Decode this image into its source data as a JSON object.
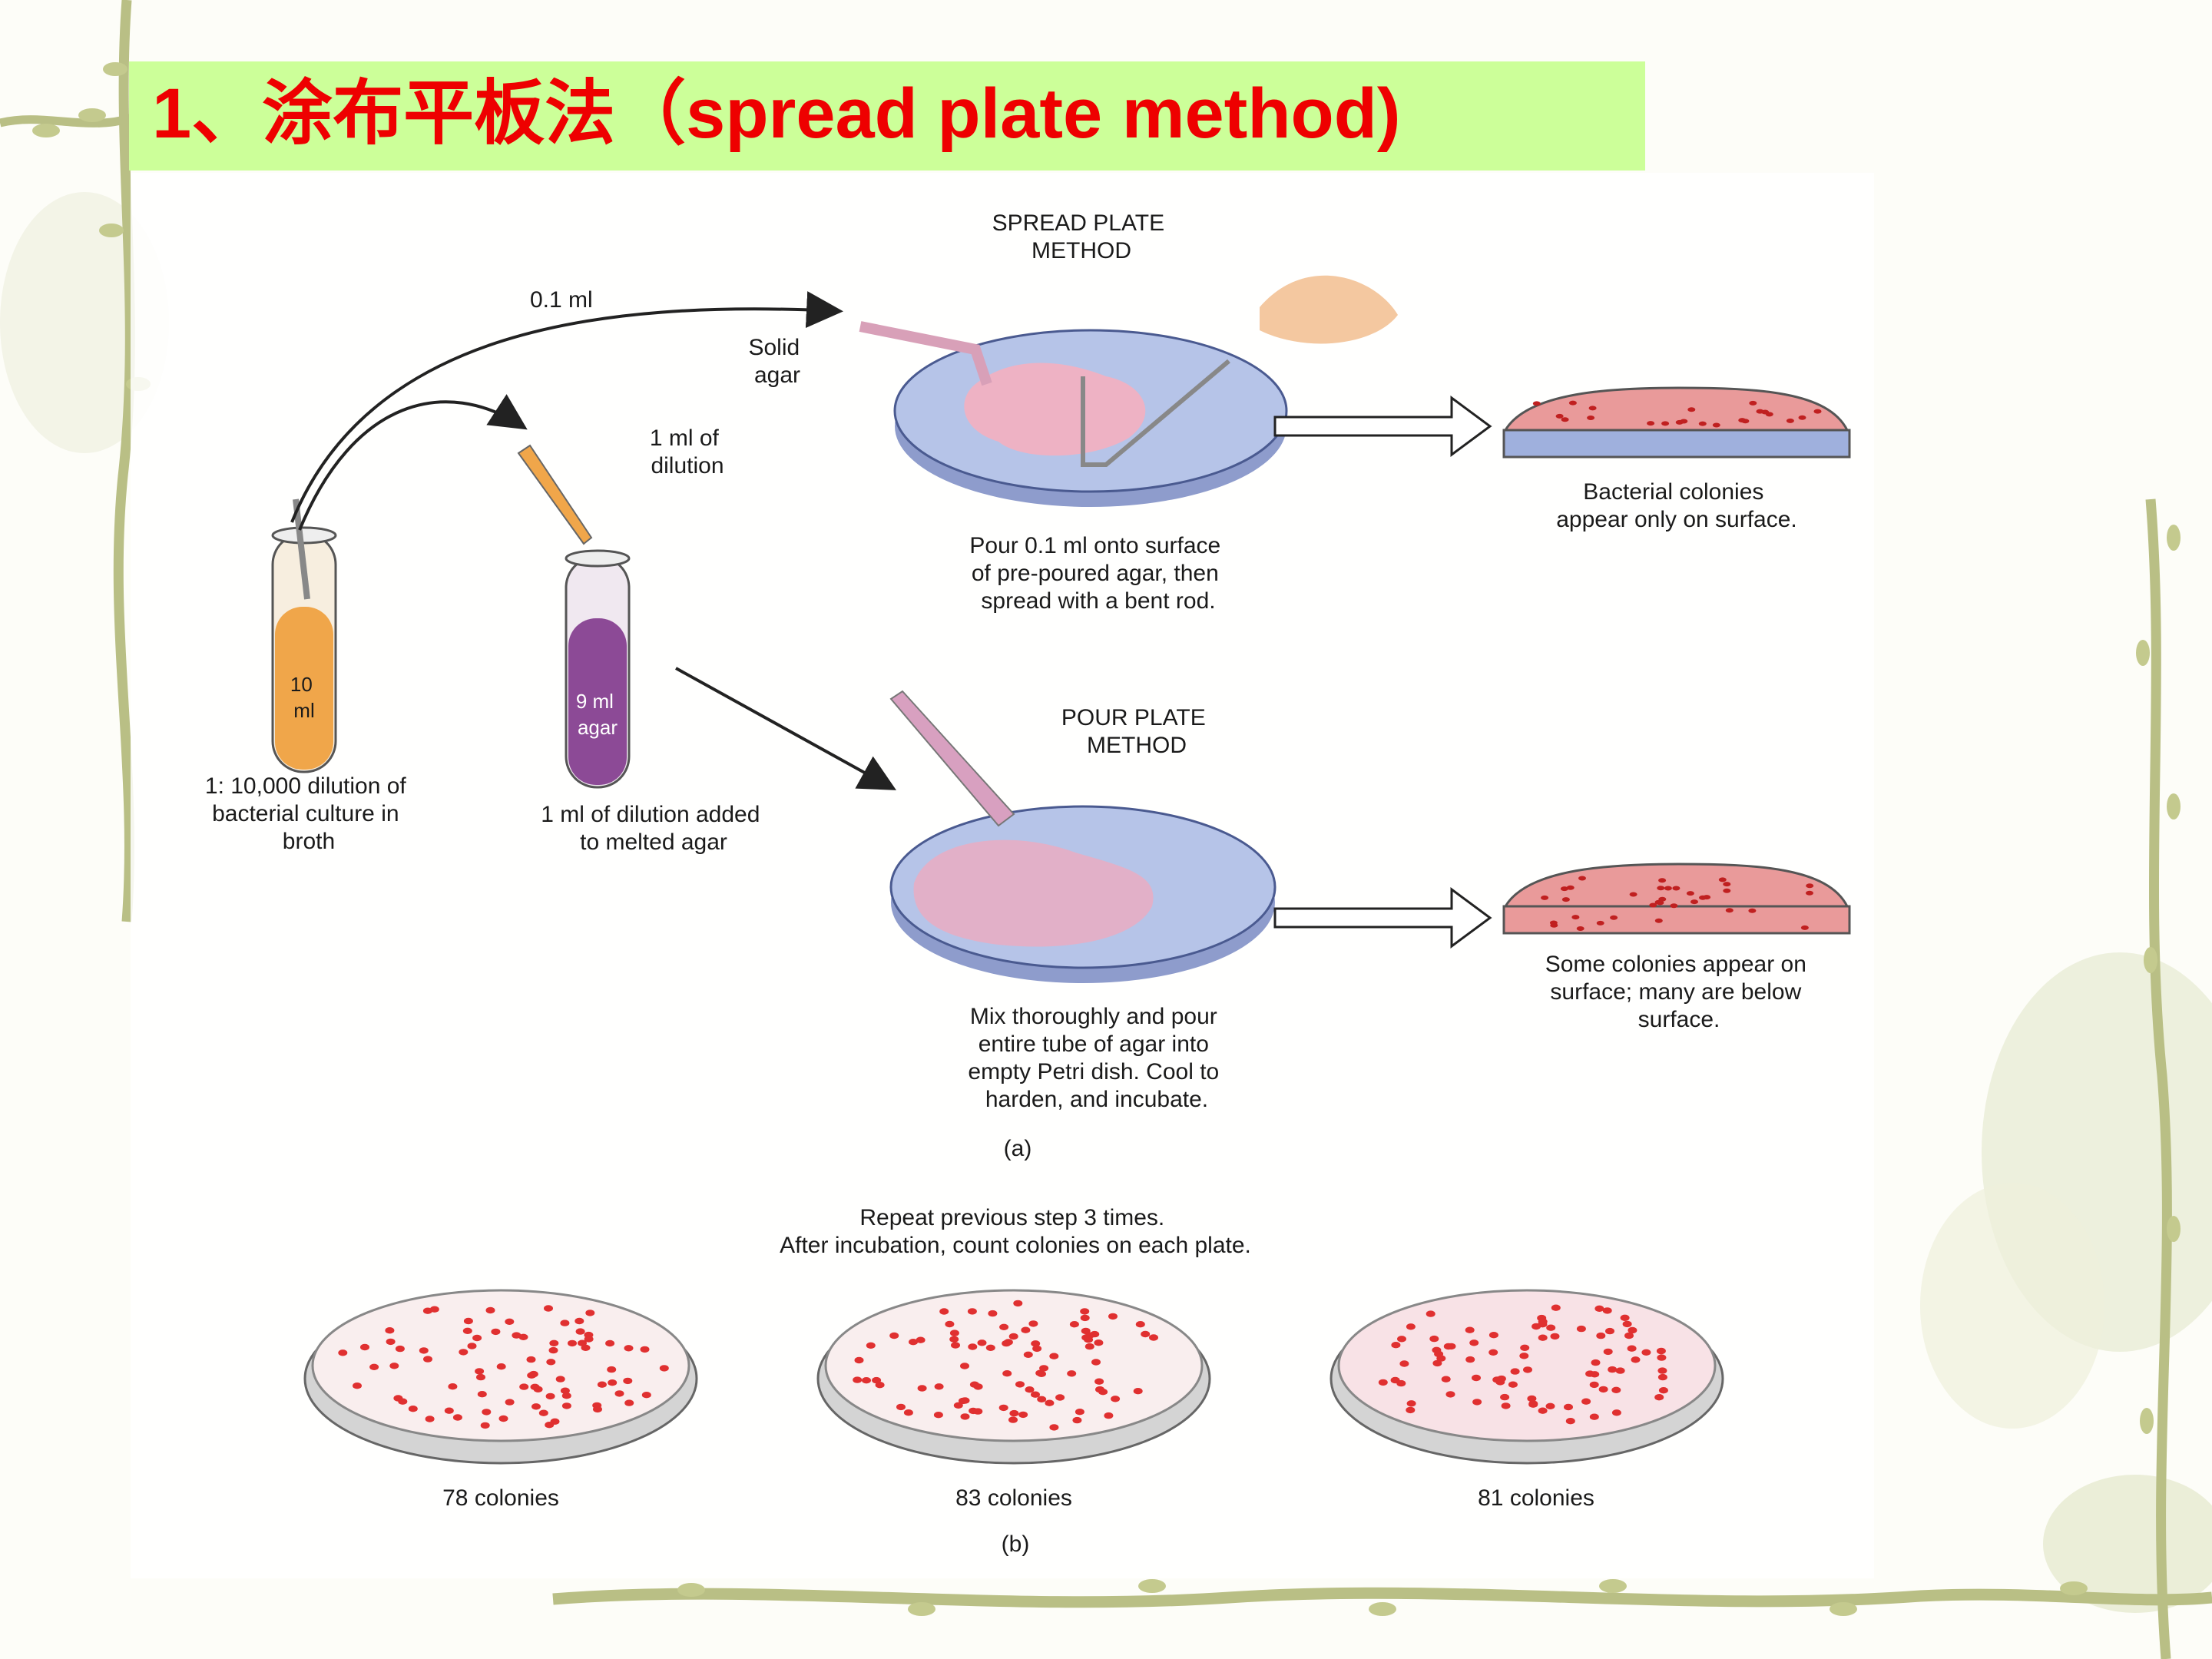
{
  "title": "1、涂布平板法（spread plate method)",
  "watermark": "涂布平板",
  "labels": {
    "spread_method": [
      "SPREAD PLATE",
      "METHOD"
    ],
    "pour_method": [
      "POUR PLATE",
      "METHOD"
    ],
    "volume_01": "0.1 ml",
    "solid_agar": [
      "Solid",
      "agar"
    ],
    "ml_of_dilution": [
      "1 ml of",
      "dilution"
    ],
    "tube_10ml": [
      "10",
      "ml"
    ],
    "tube_9ml": [
      "9 ml",
      "agar"
    ],
    "dilution_caption": [
      "1: 10,000 dilution of",
      "bacterial culture in",
      "broth"
    ],
    "melted_caption": [
      "1 ml of dilution added",
      "to melted agar"
    ],
    "spread_caption": [
      "Pour 0.1 ml onto surface",
      "of pre-poured agar, then",
      "spread with a bent rod."
    ],
    "surface_caption": [
      "Bacterial colonies",
      "appear only on surface."
    ],
    "pour_caption": [
      "Mix thoroughly and pour",
      "entire tube of agar into",
      "empty Petri dish. Cool to",
      "harden, and incubate."
    ],
    "below_caption": [
      "Some colonies appear on",
      "surface; many are below",
      "surface."
    ],
    "panel_a": "(a)",
    "repeat_caption": [
      "Repeat previous step 3 times.",
      "After incubation, count colonies on each plate."
    ],
    "plate_counts": [
      "78 colonies",
      "83 colonies",
      "81 colonies"
    ],
    "panel_b": "(b)"
  },
  "colors": {
    "title_bg": "#ccff99",
    "title_text": "#ee0000",
    "colony": "#e03030",
    "agar_pink": "#eeb2c4",
    "dish_blue": "#b6c4e8",
    "broth_orange": "#f0a64a",
    "agar_purple": "#8c4a96"
  }
}
